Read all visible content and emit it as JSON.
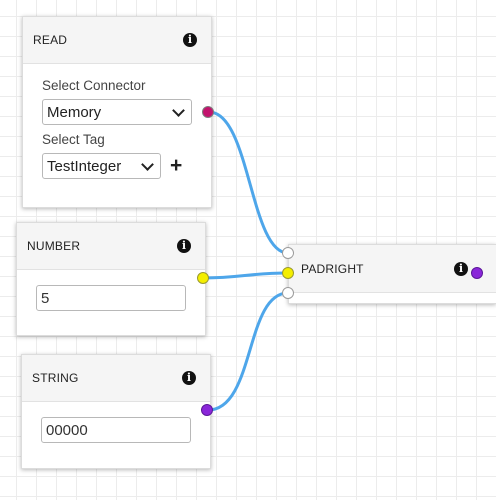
{
  "canvas": {
    "grid_color": "#ececec",
    "wire_color": "#4ea6ea"
  },
  "nodes": {
    "read": {
      "title": "READ",
      "connector_label": "Select Connector",
      "connector_value": "Memory",
      "tag_label": "Select Tag",
      "tag_value": "TestInteger",
      "add_tag_label": "+",
      "info_label": "i",
      "output_port_color": "#c2136d"
    },
    "number": {
      "title": "NUMBER",
      "value": "5",
      "info_label": "i",
      "output_port_color": "#f4ee00"
    },
    "string": {
      "title": "STRING",
      "value": "00000",
      "info_label": "i",
      "output_port_color": "#8a26d9"
    },
    "padright": {
      "title": "PADRIGHT",
      "info_label": "i",
      "input_ports": [
        "#ffffff",
        "#f4ee00",
        "#ffffff"
      ],
      "output_port_color": "#8a26d9"
    }
  }
}
